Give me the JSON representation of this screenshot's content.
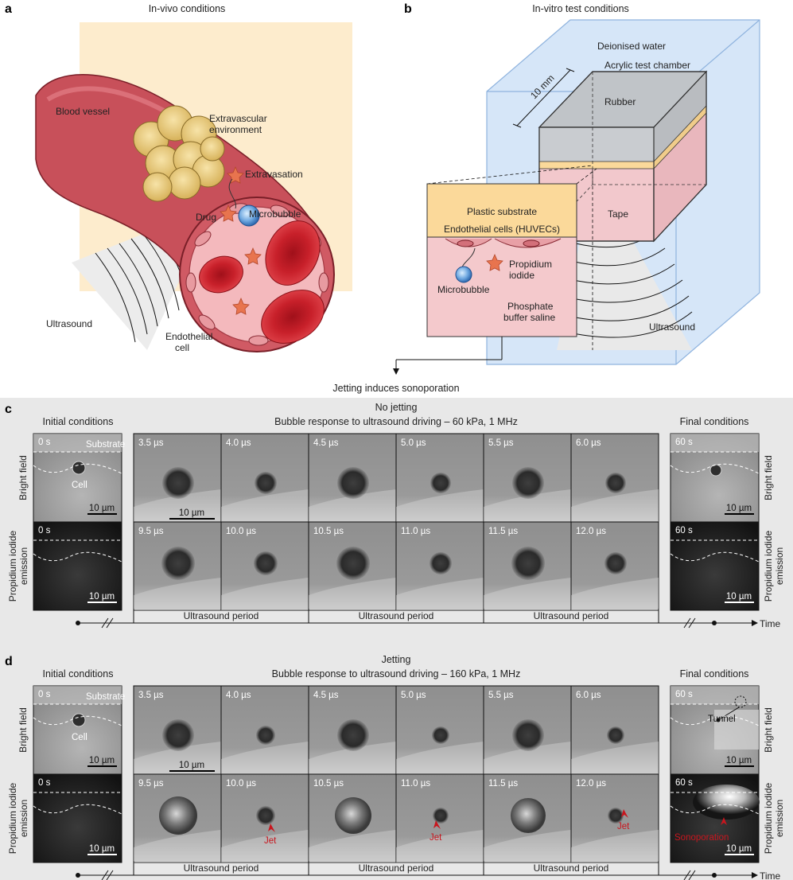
{
  "panel_a": {
    "letter": "a",
    "title": "In-vivo conditions",
    "labels": {
      "blood_vessel": "Blood vessel",
      "extravascular_1": "Extravascular",
      "extravascular_2": "environment",
      "extravasation": "Extravasation",
      "drug": "Drug",
      "microbubble": "Microbubble",
      "ultrasound": "Ultrasound",
      "endothelial_1": "Endothelial",
      "endothelial_2": "cell"
    }
  },
  "panel_b": {
    "letter": "b",
    "title": "In-vitro test conditions",
    "labels": {
      "deionised_water": "Deionised water",
      "acrylic": "Acrylic test chamber",
      "dimension": "10 mm",
      "rubber": "Rubber",
      "tape": "Tape",
      "plastic": "Plastic substrate",
      "endothelial": "Endothelial cells (HUVECs)",
      "propidium_1": "Propidium",
      "propidium_2": "iodide",
      "microbubble": "Microbubble",
      "pbs_1": "Phosphate",
      "pbs_2": "buffer saline",
      "ultrasound": "Ultrasound"
    },
    "footer": "Jetting induces sonoporation"
  },
  "panel_c": {
    "letter": "c",
    "heading": "No jetting",
    "initial": "Initial conditions",
    "final": "Final conditions",
    "response": "Bubble response to ultrasound driving – 60 kPa, 1 MHz",
    "row_bf": "Bright field",
    "row_pi_1": "Propidium iodide",
    "row_pi_2": "emission",
    "substrate": "Substrate",
    "cell": "Cell",
    "scale": "10 µm",
    "init_time_bf": "0 s",
    "init_time_pi": "0 s",
    "final_time_bf": "60 s",
    "final_time_pi": "60 s",
    "times_top": [
      "3.5 µs",
      "4.0 µs",
      "4.5 µs",
      "5.0 µs",
      "5.5 µs",
      "6.0 µs"
    ],
    "times_bottom": [
      "9.5 µs",
      "10.0 µs",
      "10.5 µs",
      "11.0 µs",
      "11.5 µs",
      "12.0 µs"
    ],
    "period": "Ultrasound period",
    "time_axis": "Time"
  },
  "panel_d": {
    "letter": "d",
    "heading": "Jetting",
    "initial": "Initial conditions",
    "final": "Final conditions",
    "response": "Bubble response to ultrasound driving – 160 kPa, 1 MHz",
    "row_bf": "Bright field",
    "row_pi_1": "Propidium iodide",
    "row_pi_2": "emission",
    "substrate": "Substrate",
    "cell": "Cell",
    "scale": "10 µm",
    "init_time_bf": "0 s",
    "init_time_pi": "0 s",
    "final_time_bf": "60 s",
    "final_time_pi": "60 s",
    "times_top": [
      "3.5 µs",
      "4.0 µs",
      "4.5 µs",
      "5.0 µs",
      "5.5 µs",
      "6.0 µs"
    ],
    "times_bottom": [
      "9.5 µs",
      "10.0 µs",
      "10.5 µs",
      "11.0 µs",
      "11.5 µs",
      "12.0 µs"
    ],
    "jet": "Jet",
    "tunnel": "Tunnel",
    "sonoporation": "Sonoporation",
    "period": "Ultrasound period",
    "time_axis": "Time"
  },
  "colors": {
    "vessel": "#c8505a",
    "tissue_bg": "#fdeccd",
    "water": "#d6e6f8",
    "rubber": "#c9ccd0",
    "pbs": "#f4c9cc",
    "plastic": "#fbd99a",
    "gray_panel": "#e8e8e8",
    "jet_red": "#c8161e"
  }
}
